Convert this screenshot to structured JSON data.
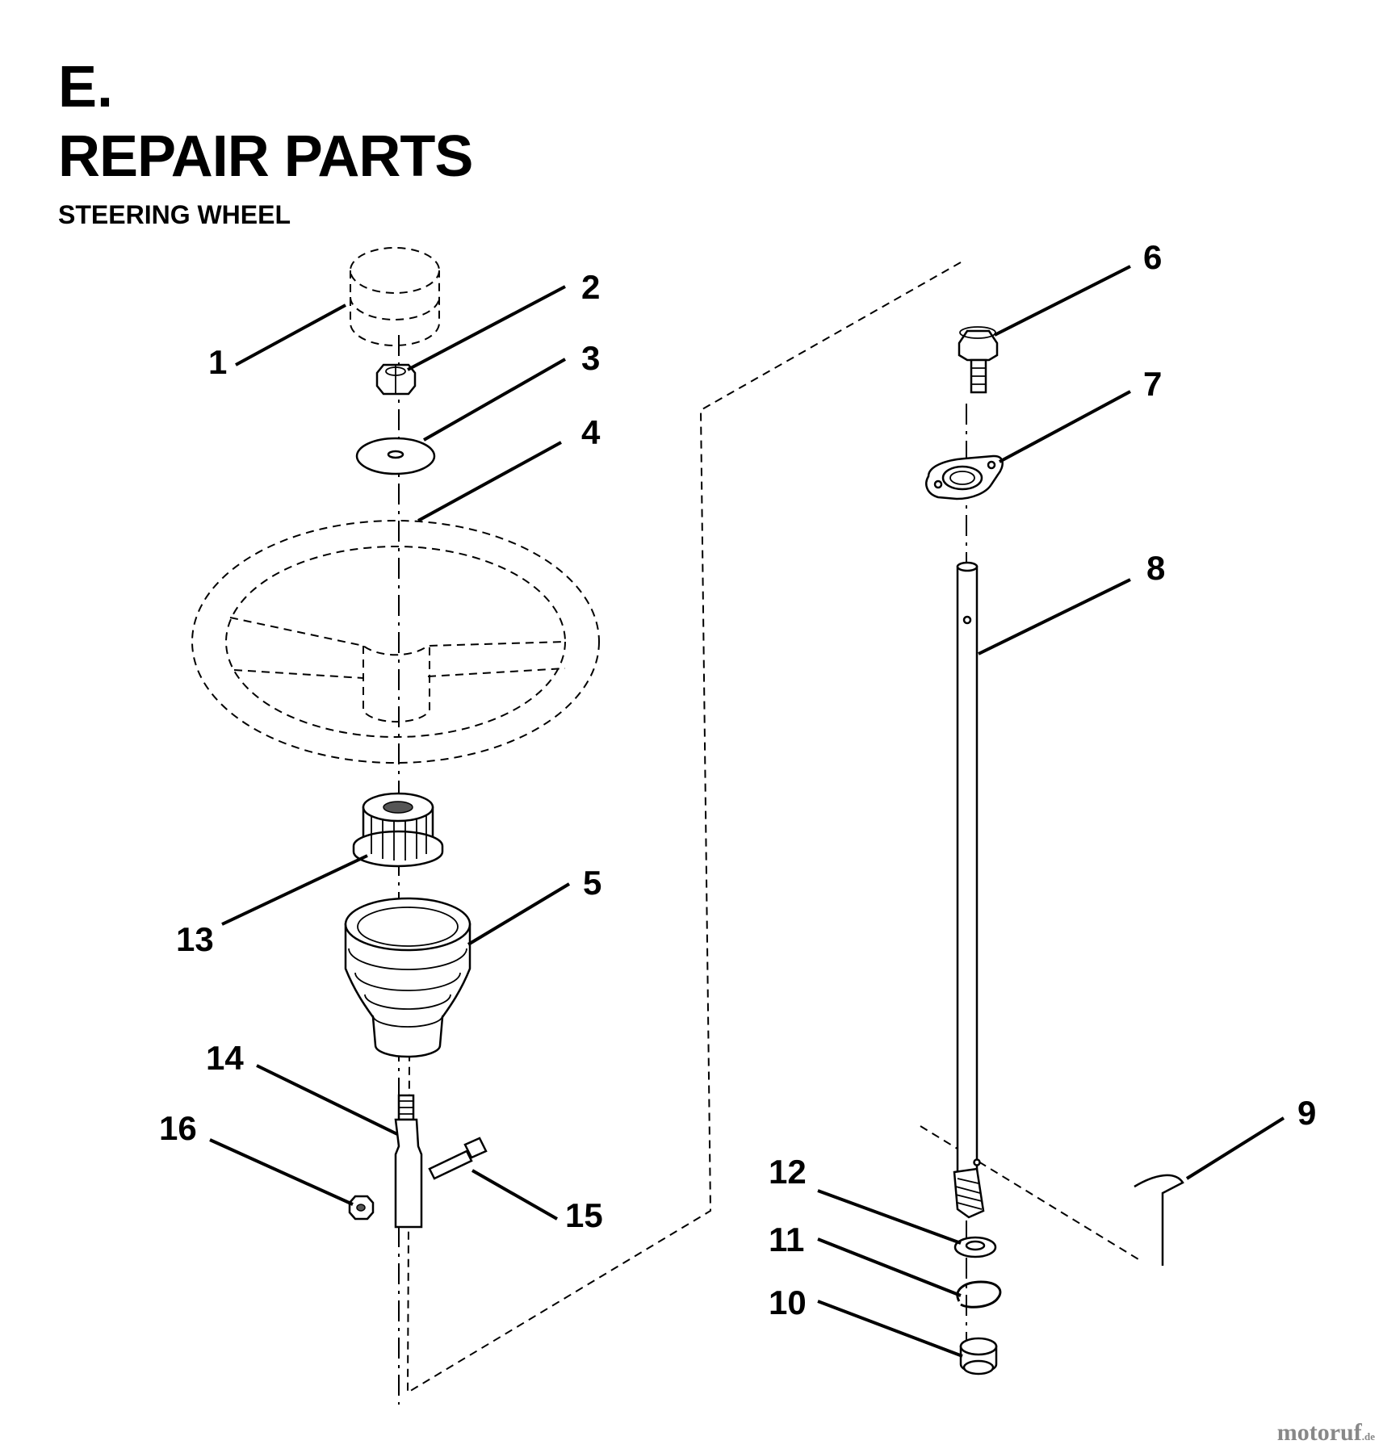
{
  "header": {
    "section": "E.",
    "title": "REPAIR PARTS",
    "subtitle": "STEERING WHEEL"
  },
  "callouts": [
    "1",
    "2",
    "3",
    "4",
    "5",
    "6",
    "7",
    "8",
    "9",
    "10",
    "11",
    "12",
    "13",
    "14",
    "15",
    "16"
  ],
  "watermark": {
    "name": "motoruf",
    "tld": ".de"
  }
}
